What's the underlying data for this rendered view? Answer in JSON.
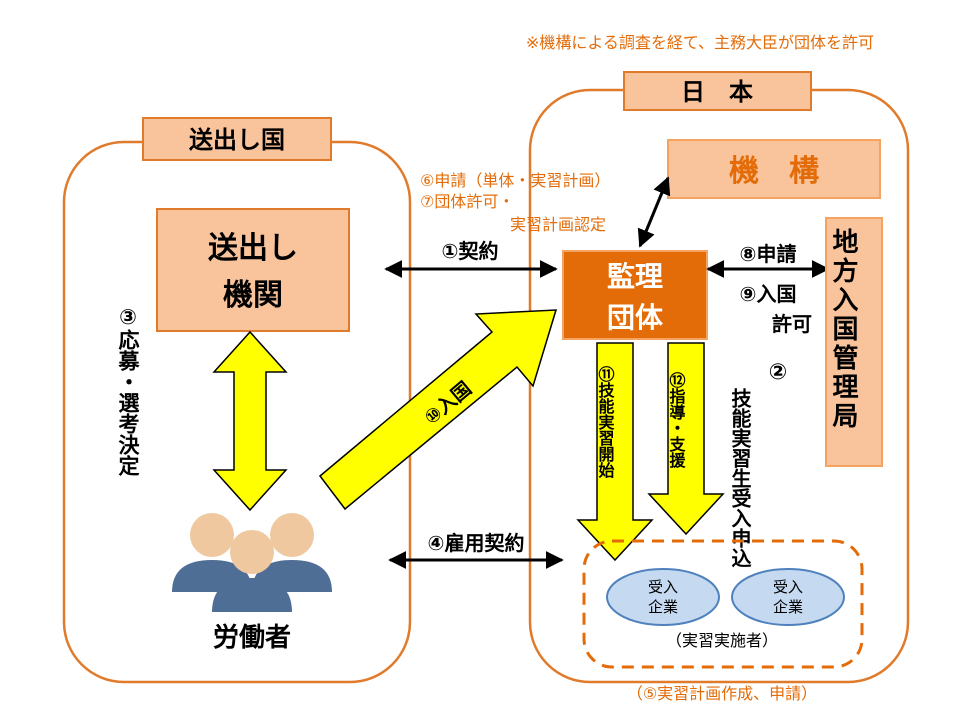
{
  "note": "※機構による調査を経て、主務大臣が団体を許可",
  "sending_country": {
    "label": "送出し国",
    "agency": [
      "送出し",
      "機関"
    ],
    "workers_label": "労働者"
  },
  "japan": {
    "label": "日　本",
    "kiko": "機　構",
    "kanri": [
      "監理",
      "団体"
    ],
    "chiho": "地方入国管理局",
    "companies": [
      {
        "lines": [
          "受入",
          "企業"
        ]
      },
      {
        "lines": [
          "受入",
          "企業"
        ]
      }
    ],
    "companies_caption": "（実習実施者）"
  },
  "steps": {
    "s1": "①契約",
    "s2_num": "②",
    "s2_text": "技能実習生受入申込",
    "s3": "③応募・選考決定",
    "s4": "④雇用契約",
    "s5": "（⑤実習計画作成、申請）",
    "s6": "⑥申請（単体・実習計画）",
    "s7a": "⑦団体許可・",
    "s7b": "実習計画認定",
    "s8": "⑧申請",
    "s9a": "⑨入国",
    "s9b": "許可",
    "s10": "⑩入国",
    "s11": "⑪技能実習開始",
    "s12": "⑫指導・支援"
  },
  "colors": {
    "orange_border": "#E07B2C",
    "salmon_fill": "#F9C39C",
    "kanri_fill": "#E36C09",
    "kanri_border": "#F4A460",
    "yellow": "#FFFF00",
    "company_fill": "#C5D9F1",
    "company_border": "#4F81BD",
    "people": "#4F6E96",
    "heads": "#F0C8A0",
    "note_text": "#E36C09"
  },
  "icons": {
    "workers": "people-group-icon"
  }
}
